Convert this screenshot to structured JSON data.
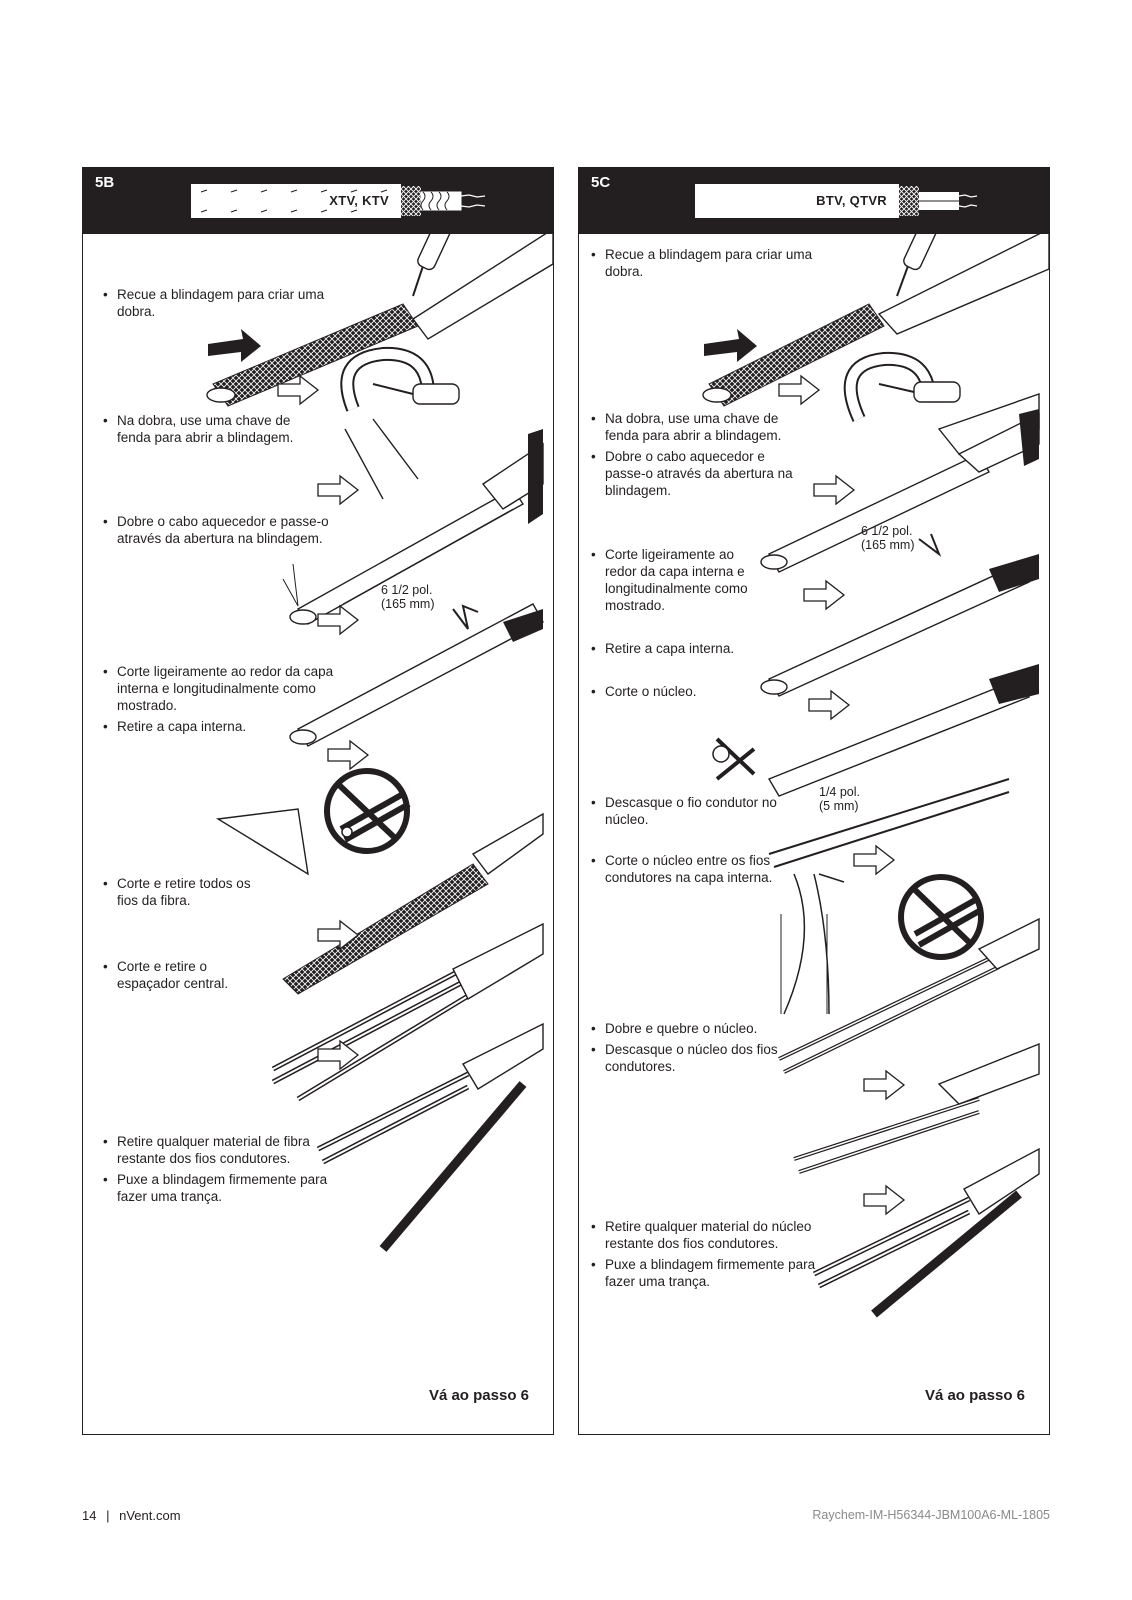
{
  "panel_5b": {
    "id": "5B",
    "cable_label": "XTV, KTV",
    "steps": [
      [
        "Recue a blindagem para criar uma dobra."
      ],
      [
        "Na dobra, use uma chave de fenda para abrir a blindagem."
      ],
      [
        "Dobre o cabo aquecedor e passe-o através da abertura na blindagem."
      ],
      [
        "Corte ligeiramente ao redor da capa interna e longitudinalmente como mostrado.",
        "Retire a capa interna."
      ],
      [
        "Corte e retire todos os fios da fibra."
      ],
      [
        "Corte e retire o espaçador central."
      ],
      [
        "Retire qualquer material de fibra restante dos fios condutores.",
        "Puxe a blindagem firmemente para fazer uma trança."
      ]
    ],
    "dimension": [
      "6 1/2 pol.",
      "(165 mm)"
    ],
    "go_to": "Vá ao passo 6"
  },
  "panel_5c": {
    "id": "5C",
    "cable_label": "BTV, QTVR",
    "steps": [
      [
        "Recue a blindagem para criar uma dobra."
      ],
      [
        "Na dobra, use uma chave de fenda para abrir a blindagem.",
        "Dobre o cabo aquecedor e passe-o através da abertura na blindagem."
      ],
      [
        "Corte ligeiramente ao redor da capa interna e longitudinalmente como mostrado."
      ],
      [
        "Retire a capa interna."
      ],
      [
        "Corte o núcleo."
      ],
      [
        "Descasque o fio condutor no núcleo."
      ],
      [
        "Corte o núcleo entre os fios condutores na capa interna."
      ],
      [
        "Dobre e quebre o núcleo.",
        "Descasque o núcleo dos fios condutores."
      ],
      [
        "Retire qualquer material do núcleo restante dos fios condutores.",
        "Puxe a blindagem firmemente para fazer uma trança."
      ]
    ],
    "dimension_1": [
      "6 1/2 pol.",
      "(165 mm)"
    ],
    "dimension_2": [
      "1/4 pol.",
      "(5 mm)"
    ],
    "go_to": "Vá ao passo 6"
  },
  "footer": {
    "page_number": "14",
    "separator": "|",
    "site": "nVent.com",
    "doc_code": "Raychem-IM-H56344-JBM100A6-ML-1805"
  },
  "colors": {
    "ink": "#231f20",
    "footer_code": "#8a8a8a"
  }
}
